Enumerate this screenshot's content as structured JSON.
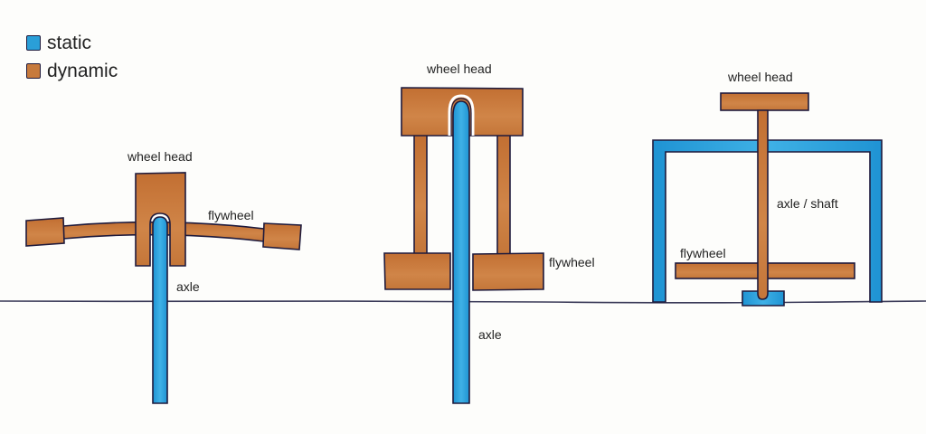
{
  "legend": {
    "items": [
      {
        "label": "static",
        "color": "#2a9fd8"
      },
      {
        "label": "dynamic",
        "color": "#c77a3c"
      }
    ]
  },
  "colors": {
    "static": "#2a9fd8",
    "dynamic": "#c77a3c",
    "outline": "#1e1a3c",
    "ground": "#3a3a58"
  },
  "diagrams": [
    {
      "wheel_head": "wheel head",
      "flywheel": "flywheel",
      "axle": "axle"
    },
    {
      "wheel_head": "wheel head",
      "flywheel": "flywheel",
      "axle": "axle"
    },
    {
      "wheel_head": "wheel head",
      "flywheel": "flywheel",
      "axle": "axle / shaft"
    }
  ]
}
